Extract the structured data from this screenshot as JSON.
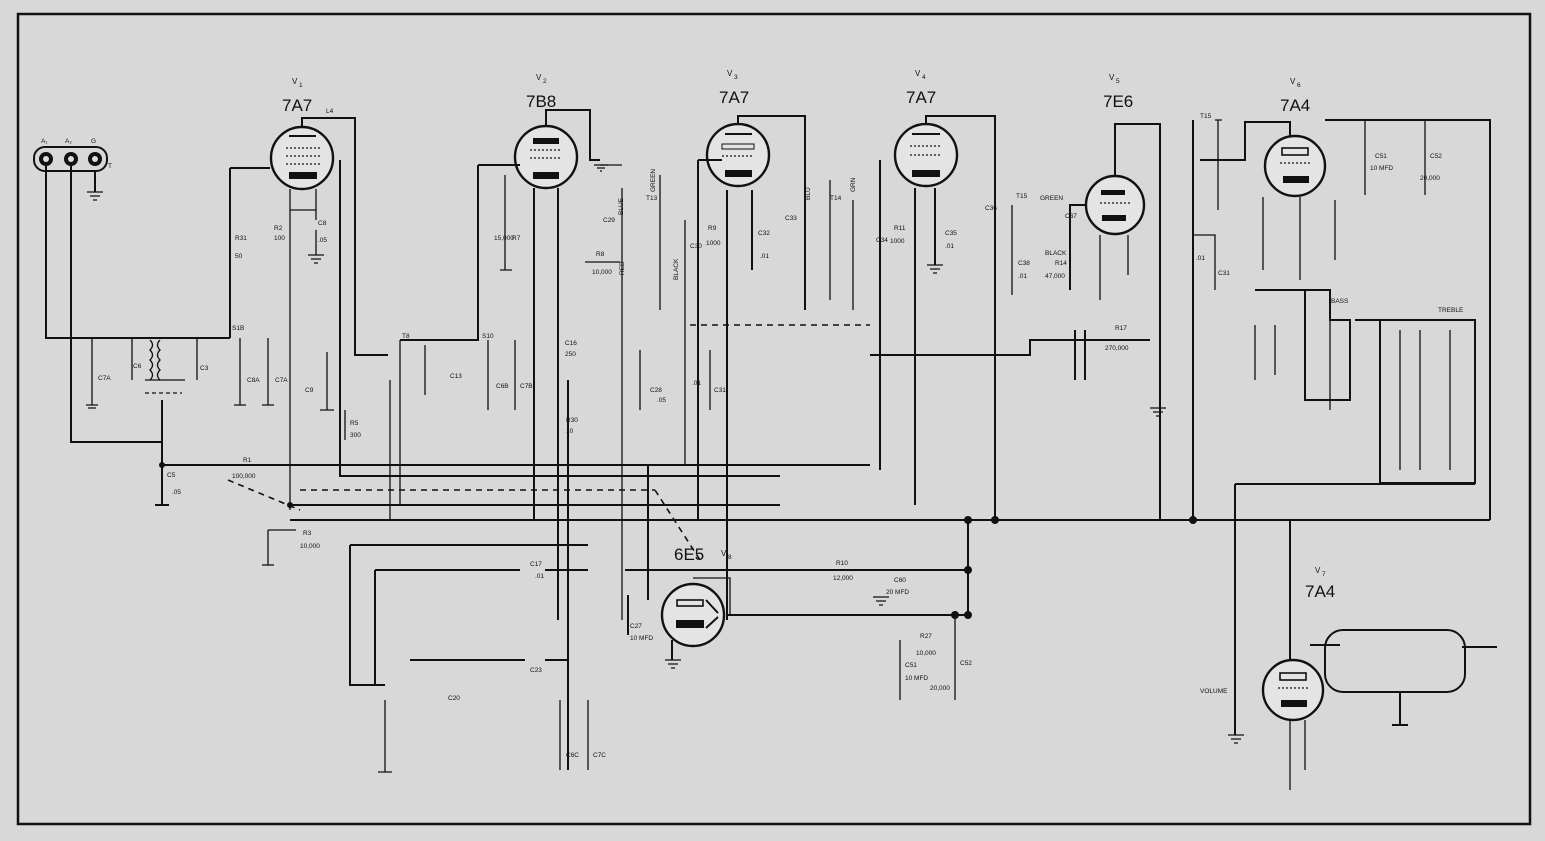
{
  "tubes": [
    {
      "ref": "V",
      "sub": "1",
      "type": "7A7"
    },
    {
      "ref": "V",
      "sub": "2",
      "type": "7B8"
    },
    {
      "ref": "V",
      "sub": "3",
      "type": "7A7"
    },
    {
      "ref": "V",
      "sub": "4",
      "type": "7A7"
    },
    {
      "ref": "V",
      "sub": "5",
      "type": "7E6"
    },
    {
      "ref": "V",
      "sub": "6",
      "type": "7A4"
    },
    {
      "ref": "V",
      "sub": "7",
      "type": "7A4"
    },
    {
      "ref": "V",
      "sub": "8",
      "type": "6E5"
    }
  ],
  "antenna": {
    "a1": "A₁",
    "a2": "A₂",
    "g": "G",
    "t": "T"
  },
  "labels": {
    "l4": "L4",
    "c7a": "C7A",
    "c6": "C6",
    "c3": "C3",
    "c8a": "C8A",
    "c7a2": "C7A",
    "s1b": "S1B",
    "r31": "R31",
    "r2": "R2",
    "c8": "C8",
    "c9": "C9",
    "r5": "R5",
    "t8": "T8",
    "c13": "C13",
    "s10": "S10",
    "c6b": "C6B",
    "c7b": "C7B",
    "r7": "R7",
    "c16": "C16",
    "r30": "R30",
    "c29": "C29",
    "r8": "R8",
    "t13": "T13",
    "c30": "C30",
    "c28": "C28",
    "c31a": "C31",
    "r9": "R9",
    "c32": "C32",
    "c33": "C33",
    "t14": "T14",
    "c34": "C34",
    "r11": "R11",
    "c35": "C35",
    "c36": "C36",
    "t15": "T15",
    "c37": "C37",
    "c38": "C38",
    "r14": "R14",
    "r17": "R17",
    "t15b": "T15",
    "c51a": "C51",
    "c52a": "C52",
    "c31b": "C31",
    "c5": "C5",
    "r1": "R1",
    "r3": "R3",
    "c17": "C17",
    "c23": "C23",
    "c20": "C20",
    "c6c": "C6C",
    "c7c": "C7C",
    "r10": "R10",
    "c60": "C60",
    "c27": "C27",
    "r27": "R27",
    "c51b": "C51",
    "c52b": "C52",
    "bass": "BASS",
    "treble": "TREBLE",
    "volume": "VOLUME",
    "blue": "BLUE",
    "green": "GREEN",
    "red": "RED",
    "black": "BLACK",
    "blu": "BLU",
    "grn": "GRN"
  },
  "values": {
    "r31": "50",
    "r2": "100",
    "c8": ".05",
    "c5": ".05",
    "r1": "100,000",
    "r3": "10,000",
    "r5": "300",
    "r7": "15,000",
    "c16": "250",
    "r30": "10",
    "r8": "10,000",
    "r9": "1000",
    "c32": ".01",
    "c28": ".05",
    "c31a": ".01",
    "r11": "1000",
    "c35": ".01",
    "c38": ".01",
    "r14": "47,000",
    "r17": "270,000",
    "c31b": ".01",
    "c17": ".01",
    "r10": "12,000",
    "c60": "20 MFD",
    "c27": "10 MFD",
    "r27": "10,000",
    "c51a": "10 MFD",
    "c52a": "20,000",
    "c51b": "10 MFD",
    "c52b": "20,000"
  }
}
